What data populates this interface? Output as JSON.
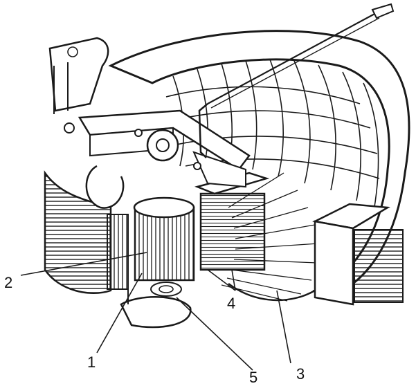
{
  "labels": {
    "l1": "1",
    "l2": "2",
    "l3": "3",
    "l4": "4",
    "l5": "5"
  },
  "colors": {
    "ink": "#1a1a1a",
    "paper": "#ffffff",
    "accent": "#c23a3a"
  }
}
